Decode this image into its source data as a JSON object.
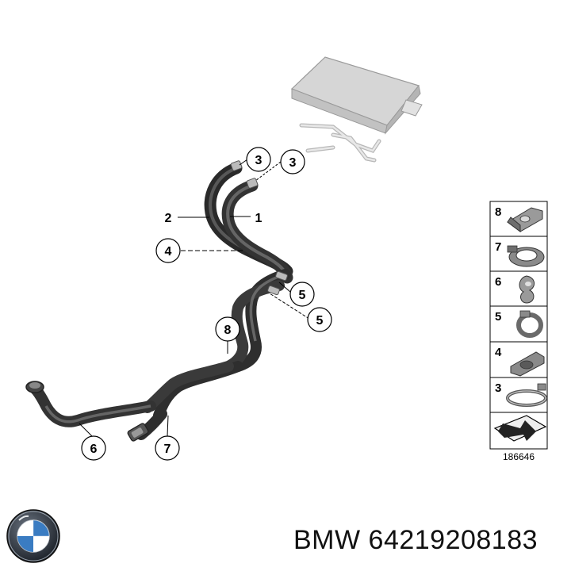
{
  "diagram": {
    "callouts": [
      "3",
      "3",
      "2",
      "1",
      "4",
      "5",
      "5",
      "8",
      "6",
      "7"
    ],
    "legend": [
      "8",
      "7",
      "6",
      "5",
      "4",
      "3"
    ],
    "diagram_number": "186646"
  },
  "footer": {
    "brand_logo": "bmw-roundel",
    "part_number": "BMW 64219208183"
  }
}
